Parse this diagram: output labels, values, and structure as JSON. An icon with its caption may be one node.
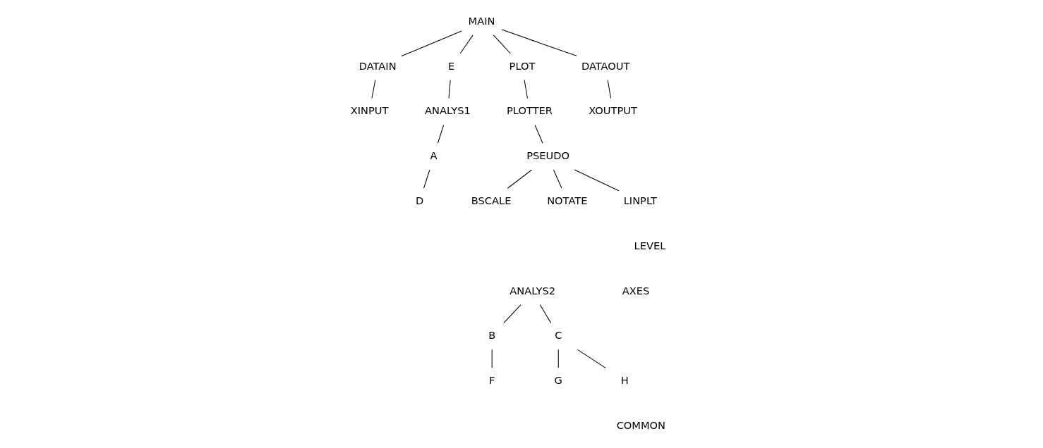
{
  "diagram": {
    "nodes": [
      {
        "text": [
          "MAIN"
        ]
      },
      {
        "text": [
          "DATAIN"
        ]
      },
      {
        "text": [
          "E"
        ]
      },
      {
        "text": [
          "PLOT"
        ]
      },
      {
        "text": [
          "DATAOUT"
        ]
      },
      {
        "text": [
          "XINPUT"
        ]
      },
      {
        "text": [
          "ANALYS1"
        ]
      },
      {
        "text": [
          "PLOTTER"
        ]
      },
      {
        "text": [
          "XOUTPUT"
        ]
      },
      {
        "text": [
          "A"
        ]
      },
      {
        "text": [
          "PSEUDO"
        ]
      },
      {
        "text": [
          "D"
        ]
      },
      {
        "text": [
          "BSCALE"
        ]
      },
      {
        "text": [
          "NOTATE"
        ]
      },
      {
        "text": [
          "LINPLT"
        ]
      },
      {
        "text": [
          "ANALYS2"
        ]
      },
      {
        "text": [
          "AXES"
        ]
      },
      {
        "text": [
          "B"
        ]
      },
      {
        "text": [
          "C"
        ]
      },
      {
        "text": [
          "F"
        ]
      },
      {
        "text": [
          "G"
        ]
      },
      {
        "text": [
          "H"
        ]
      }
    ],
    "edges": [
      {
        "from": 0,
        "to": 1,
        "arrow": "none"
      },
      {
        "from": 0,
        "to": 2,
        "arrow": "none"
      },
      {
        "from": 0,
        "to": 3,
        "arrow": "none"
      },
      {
        "from": 0,
        "to": 4,
        "arrow": "none"
      },
      {
        "from": 1,
        "to": 5,
        "arrow": "none"
      },
      {
        "from": 2,
        "to": 6,
        "arrow": "none"
      },
      {
        "from": 3,
        "to": 7,
        "arrow": "none"
      },
      {
        "from": 4,
        "to": 8,
        "arrow": "none"
      },
      {
        "from": 6,
        "to": 9,
        "arrow": "none"
      },
      {
        "from": 7,
        "to": 10,
        "arrow": "none"
      },
      {
        "from": 9,
        "to": 11,
        "arrow": "none"
      },
      {
        "from": 10,
        "to": 12,
        "arrow": "none"
      },
      {
        "from": 10,
        "to": 13,
        "arrow": "none"
      },
      {
        "from": 10,
        "to": 14,
        "arrow": "none"
      },
      {
        "from": 15,
        "to": 17,
        "arrow": "none"
      },
      {
        "from": 15,
        "to": 18,
        "arrow": "none"
      },
      {
        "from": 17,
        "to": 19,
        "arrow": "none"
      },
      {
        "from": 18,
        "to": 20,
        "arrow": "none"
      },
      {
        "from": 18,
        "to": 21,
        "arrow": "none"
      }
    ],
    "labels": [
      "LEVEL",
      "COMMON"
    ]
  }
}
